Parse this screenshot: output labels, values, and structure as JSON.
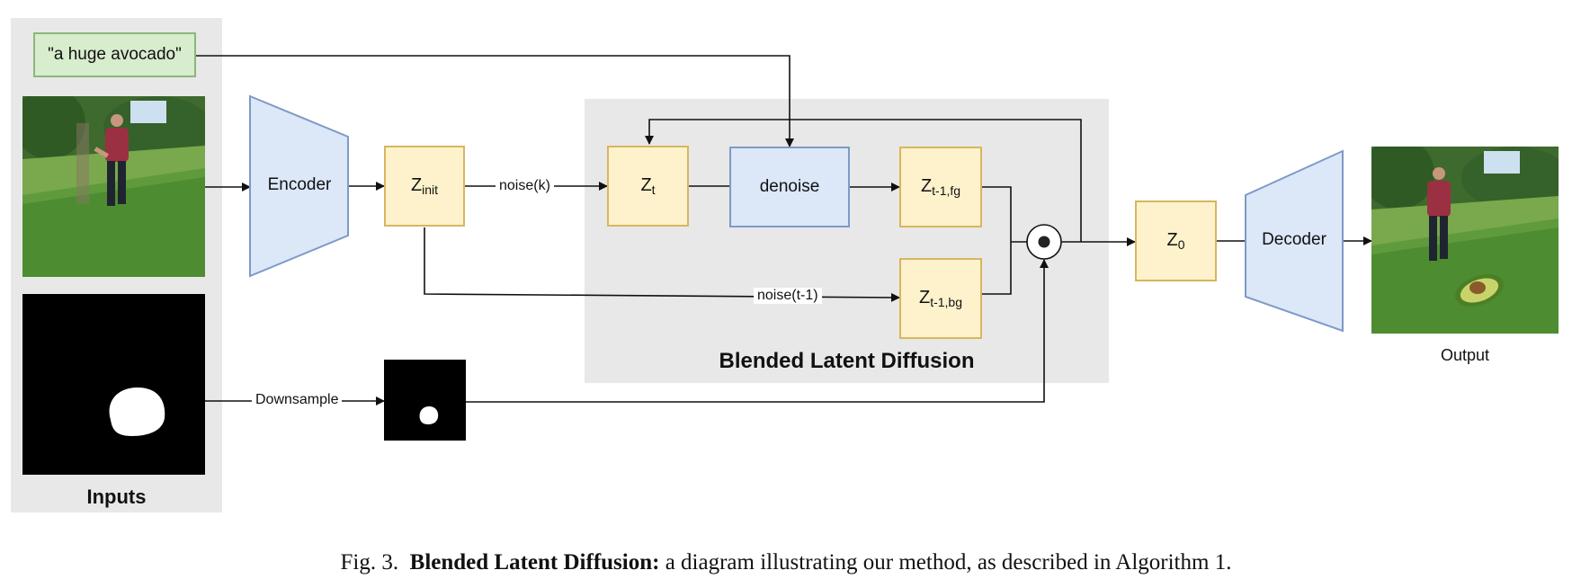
{
  "prompt": "\"a huge avocado\"",
  "inputs_label": "Inputs",
  "output_label": "Output",
  "encoder": "Encoder",
  "decoder": "Decoder",
  "z_init": {
    "main": "Z",
    "sub": "init"
  },
  "z_t": {
    "main": "Z",
    "sub": "t"
  },
  "denoise": "denoise",
  "z_fg": {
    "main": "Z",
    "sub": "t-1,fg"
  },
  "z_bg": {
    "main": "Z",
    "sub": "t-1,bg"
  },
  "z_0": {
    "main": "Z",
    "sub": "0"
  },
  "noise_k": "noise(k)",
  "noise_t1": "noise(t-1)",
  "downsample": "Downsample",
  "bld_title": "Blended Latent Diffusion",
  "caption": {
    "prefix": "Fig. 3.",
    "bold": "Blended Latent Diffusion:",
    "rest": "a diagram illustrating our method, as described in Algorithm 1."
  }
}
